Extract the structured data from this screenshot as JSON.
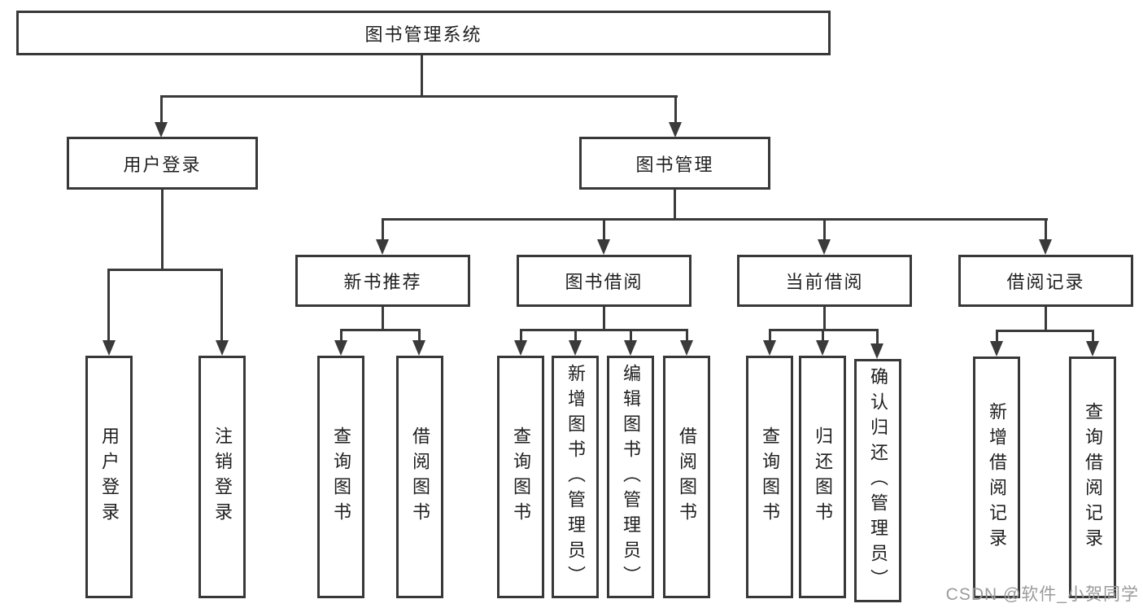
{
  "tree": {
    "root": {
      "label": "图书管理系统"
    },
    "level2": [
      {
        "id": "user-login",
        "label": "用户登录",
        "children": [
          "用户登录",
          "注销登录"
        ]
      },
      {
        "id": "book-management",
        "label": "图书管理"
      }
    ],
    "level3": [
      {
        "id": "new-book-recommend",
        "label": "新书推荐",
        "children": [
          "查询图书",
          "借阅图书"
        ]
      },
      {
        "id": "book-borrowing",
        "label": "图书借阅",
        "children": [
          "查询图书",
          "新增图书（管理员）",
          "编辑图书（管理员）",
          "借阅图书"
        ]
      },
      {
        "id": "current-borrowing",
        "label": "当前借阅",
        "children": [
          "查询图书",
          "归还图书",
          "确认归还（管理员）"
        ]
      },
      {
        "id": "borrowing-records",
        "label": "借阅记录",
        "children": [
          "新增借阅记录",
          "查询借阅记录"
        ]
      }
    ]
  },
  "watermark": "CSDN @软件_小贺同学",
  "colors": {
    "line": "#3a3a3a",
    "box_border": "#383838",
    "text": "#1f1f1f",
    "watermark": "#9b9b9b",
    "background": "#ffffff"
  }
}
